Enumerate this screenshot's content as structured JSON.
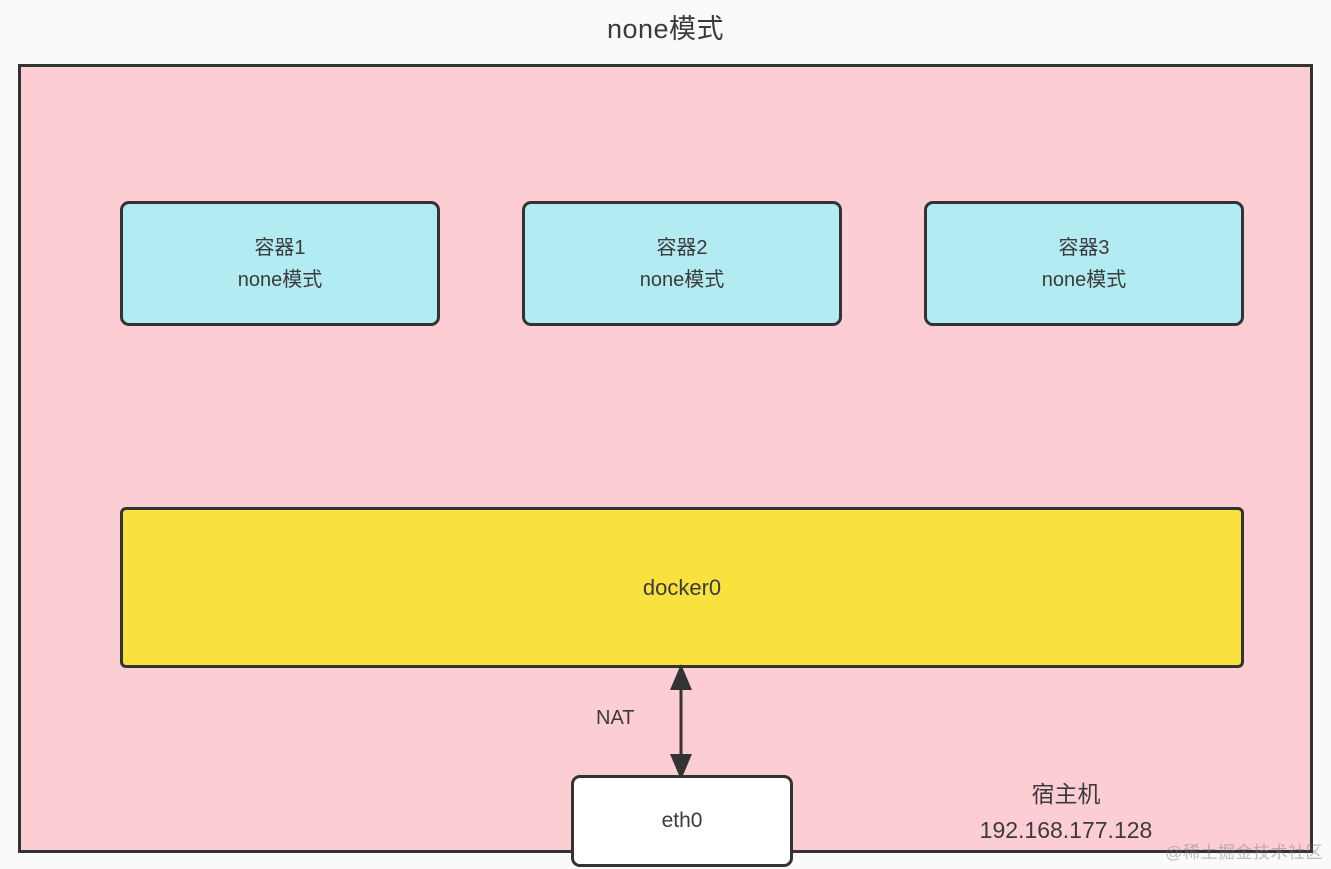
{
  "title": "none模式",
  "colors": {
    "page_background": "#fafafa",
    "host_fill": "#fccdd3",
    "container_fill": "#b2ebf2",
    "bridge_fill": "#f9e23e",
    "nic_fill": "#ffffff",
    "stroke": "#333333",
    "text": "#3b3b3b"
  },
  "host": {
    "caption_name": "宿主机",
    "caption_ip": "192.168.177.128"
  },
  "containers": [
    {
      "name": "容器1",
      "mode": "none模式"
    },
    {
      "name": "容器2",
      "mode": "none模式"
    },
    {
      "name": "容器3",
      "mode": "none模式"
    }
  ],
  "bridge": {
    "label": "docker0"
  },
  "connection": {
    "label": "NAT",
    "arrow": "double-headed-vertical-arrow"
  },
  "nic": {
    "label": "eth0"
  },
  "watermark": "@稀土掘金技术社区"
}
